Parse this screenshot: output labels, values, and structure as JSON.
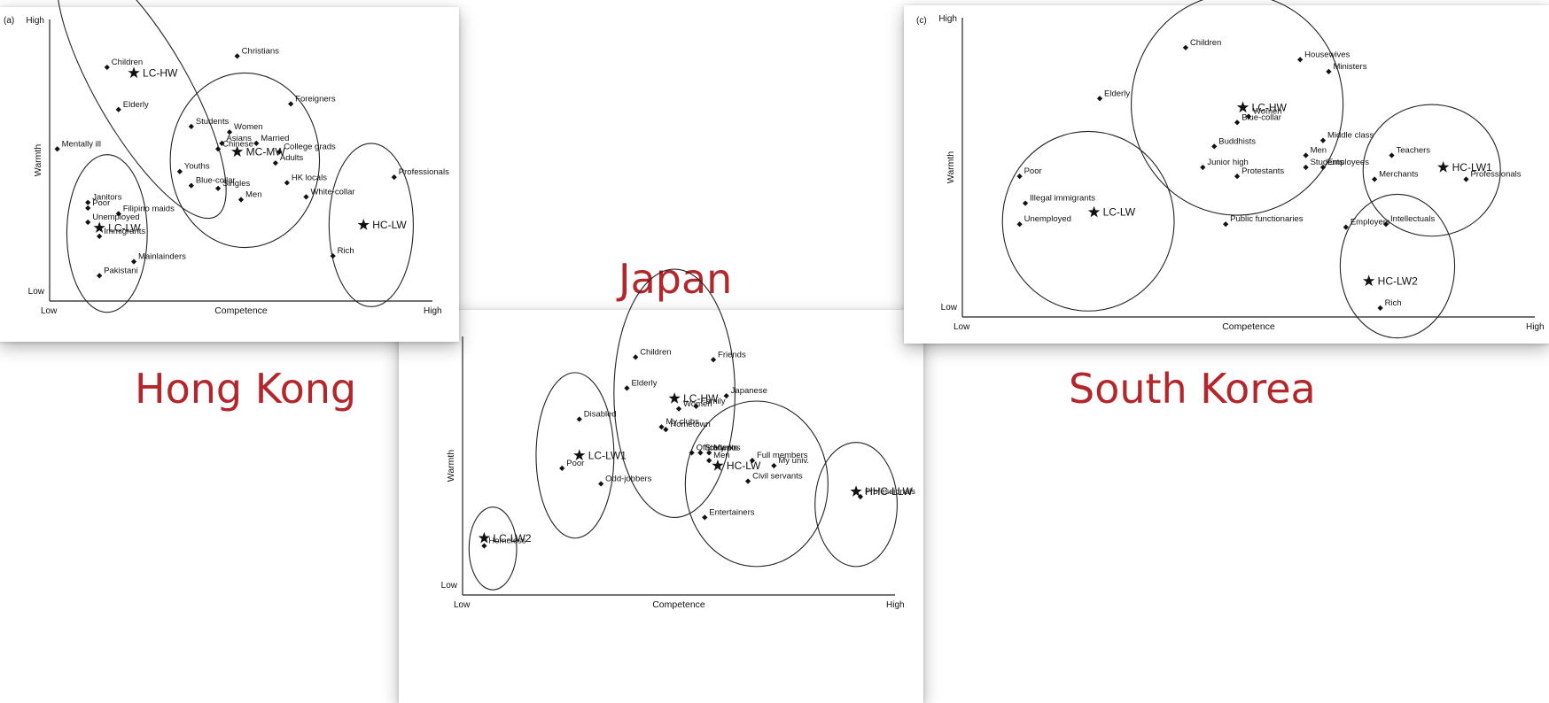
{
  "labels": {
    "hong_kong": "Hong Kong",
    "japan": "Japan",
    "south_korea": "South Korea"
  },
  "chart_data": [
    {
      "type": "scatter",
      "panel_tag": "(a)",
      "xlabel": "Competence",
      "ylabel": "Warmth",
      "x_ticks": [
        "Low",
        "High"
      ],
      "y_ticks": [
        "Low",
        "High"
      ],
      "xlim": [
        0,
        100
      ],
      "ylim": [
        0,
        100
      ],
      "grid": false,
      "points": [
        {
          "label": "Christians",
          "x": 49,
          "y": 87
        },
        {
          "label": "Children",
          "x": 15,
          "y": 83
        },
        {
          "label": "Elderly",
          "x": 18,
          "y": 68
        },
        {
          "label": "Mentally ill",
          "x": 2,
          "y": 54
        },
        {
          "label": "Foreigners",
          "x": 63,
          "y": 70
        },
        {
          "label": "Students",
          "x": 37,
          "y": 62
        },
        {
          "label": "Women",
          "x": 47,
          "y": 60
        },
        {
          "label": "Asians",
          "x": 45,
          "y": 56
        },
        {
          "label": "Married",
          "x": 54,
          "y": 56
        },
        {
          "label": "Chinese",
          "x": 44,
          "y": 54
        },
        {
          "label": "College grads",
          "x": 60,
          "y": 53
        },
        {
          "label": "Youths",
          "x": 34,
          "y": 46
        },
        {
          "label": "Adults",
          "x": 59,
          "y": 49
        },
        {
          "label": "HK locals",
          "x": 62,
          "y": 42
        },
        {
          "label": "Blue-collar",
          "x": 37,
          "y": 41
        },
        {
          "label": "Singles",
          "x": 44,
          "y": 40
        },
        {
          "label": "Men",
          "x": 50,
          "y": 36
        },
        {
          "label": "White-collar",
          "x": 67,
          "y": 37
        },
        {
          "label": "Professionals",
          "x": 90,
          "y": 44
        },
        {
          "label": "Rich",
          "x": 74,
          "y": 16
        },
        {
          "label": "Janitors",
          "x": 10,
          "y": 35
        },
        {
          "label": "Poor",
          "x": 10,
          "y": 33
        },
        {
          "label": "Filipino maids",
          "x": 18,
          "y": 31
        },
        {
          "label": "Unemployed",
          "x": 10,
          "y": 28
        },
        {
          "label": "Immigrants",
          "x": 13,
          "y": 23
        },
        {
          "label": "Mainlainders",
          "x": 22,
          "y": 14
        },
        {
          "label": "Pakistani",
          "x": 13,
          "y": 9
        }
      ],
      "centroids": [
        {
          "label": "LC-HW",
          "x": 22,
          "y": 81
        },
        {
          "label": "MC-MW",
          "x": 49,
          "y": 53
        },
        {
          "label": "HC-LW",
          "x": 82,
          "y": 27
        },
        {
          "label": "LC-LW",
          "x": 13,
          "y": 26
        }
      ],
      "clusters": [
        {
          "cx": 24,
          "cy": 76,
          "rx": 12,
          "ry": 53,
          "rot": -30
        },
        {
          "cx": 51,
          "cy": 50,
          "rx": 19.5,
          "ry": 31
        },
        {
          "cx": 84,
          "cy": 27,
          "rx": 11,
          "ry": 29
        },
        {
          "cx": 15,
          "cy": 24,
          "rx": 10.5,
          "ry": 28
        }
      ]
    },
    {
      "type": "scatter",
      "xlabel": "Competence",
      "ylabel": "Warmth",
      "x_ticks": [
        "Low",
        "High"
      ],
      "y_ticks": [
        "Low",
        "High"
      ],
      "xlim": [
        0,
        100
      ],
      "ylim": [
        0,
        100
      ],
      "grid": false,
      "points": [
        {
          "label": "Children",
          "x": 40,
          "y": 92
        },
        {
          "label": "Friends",
          "x": 58,
          "y": 91
        },
        {
          "label": "Elderly",
          "x": 38,
          "y": 80
        },
        {
          "label": "Japanese",
          "x": 61,
          "y": 77
        },
        {
          "label": "Family",
          "x": 54,
          "y": 73
        },
        {
          "label": "Women",
          "x": 50,
          "y": 72
        },
        {
          "label": "My clubs",
          "x": 46,
          "y": 65
        },
        {
          "label": "Hometown",
          "x": 47,
          "y": 64
        },
        {
          "label": "Students",
          "x": 55,
          "y": 55
        },
        {
          "label": "My co.",
          "x": 57,
          "y": 55
        },
        {
          "label": "Office wrkrs",
          "x": 53,
          "y": 55
        },
        {
          "label": "Full members",
          "x": 67,
          "y": 52
        },
        {
          "label": "Men",
          "x": 57,
          "y": 52
        },
        {
          "label": "My univ.",
          "x": 72,
          "y": 50
        },
        {
          "label": "Civil servants",
          "x": 66,
          "y": 44
        },
        {
          "label": "Entertainers",
          "x": 56,
          "y": 30
        },
        {
          "label": "Disabled",
          "x": 27,
          "y": 68
        },
        {
          "label": "Poor",
          "x": 23,
          "y": 49
        },
        {
          "label": "Odd-jobbers",
          "x": 32,
          "y": 43
        },
        {
          "label": "Professionals",
          "x": 92,
          "y": 38
        },
        {
          "label": "Homeless",
          "x": 5,
          "y": 19
        }
      ],
      "centroids": [
        {
          "label": "LC-HW",
          "x": 49,
          "y": 76
        },
        {
          "label": "HC-LW",
          "x": 59,
          "y": 50
        },
        {
          "label": "LC-LW1",
          "x": 27,
          "y": 54
        },
        {
          "label": "HHC-LLW",
          "x": 91,
          "y": 40
        },
        {
          "label": "LC-LW2",
          "x": 5,
          "y": 22
        }
      ],
      "clusters": [
        {
          "cx": 49,
          "cy": 78,
          "rx": 14,
          "ry": 48
        },
        {
          "cx": 68,
          "cy": 43,
          "rx": 16.5,
          "ry": 32
        },
        {
          "cx": 26,
          "cy": 54,
          "rx": 9,
          "ry": 32
        },
        {
          "cx": 91,
          "cy": 35,
          "rx": 9.5,
          "ry": 24
        },
        {
          "cx": 7,
          "cy": 18,
          "rx": 5.5,
          "ry": 16
        }
      ]
    },
    {
      "type": "scatter",
      "panel_tag": "(c)",
      "xlabel": "Competence",
      "ylabel": "Warmth",
      "x_ticks": [
        "Low",
        "High"
      ],
      "y_ticks": [
        "Low",
        "High"
      ],
      "xlim": [
        0,
        100
      ],
      "ylim": [
        0,
        100
      ],
      "grid": false,
      "points": [
        {
          "label": "Children",
          "x": 39,
          "y": 90
        },
        {
          "label": "Housewives",
          "x": 59,
          "y": 86
        },
        {
          "label": "Ministers",
          "x": 64,
          "y": 82
        },
        {
          "label": "Elderly",
          "x": 24,
          "y": 73
        },
        {
          "label": "Women",
          "x": 50,
          "y": 67
        },
        {
          "label": "Blue-collar",
          "x": 48,
          "y": 65
        },
        {
          "label": "Middle class",
          "x": 63,
          "y": 59
        },
        {
          "label": "Buddhists",
          "x": 44,
          "y": 57
        },
        {
          "label": "Men",
          "x": 60,
          "y": 54
        },
        {
          "label": "Junior high",
          "x": 42,
          "y": 50
        },
        {
          "label": "Students",
          "x": 60,
          "y": 50
        },
        {
          "label": "Employees",
          "x": 63,
          "y": 50
        },
        {
          "label": "Protestants",
          "x": 48,
          "y": 47
        },
        {
          "label": "Poor",
          "x": 10,
          "y": 47
        },
        {
          "label": "Illegal immigrants",
          "x": 11,
          "y": 38
        },
        {
          "label": "Unemployed",
          "x": 10,
          "y": 31
        },
        {
          "label": "Public functionaries",
          "x": 46,
          "y": 31
        },
        {
          "label": "Teachers",
          "x": 75,
          "y": 54
        },
        {
          "label": "Merchants",
          "x": 72,
          "y": 46
        },
        {
          "label": "Professionals",
          "x": 88,
          "y": 46
        },
        {
          "label": "Employers",
          "x": 67,
          "y": 30
        },
        {
          "label": "Intellectuals",
          "x": 74,
          "y": 31
        },
        {
          "label": "Rich",
          "x": 73,
          "y": 3
        }
      ],
      "centroids": [
        {
          "label": "LC-HW",
          "x": 49,
          "y": 70
        },
        {
          "label": "LC-LW",
          "x": 23,
          "y": 35
        },
        {
          "label": "HC-LW1",
          "x": 84,
          "y": 50
        },
        {
          "label": "HC-LW2",
          "x": 71,
          "y": 12
        }
      ],
      "clusters": [
        {
          "cx": 48,
          "cy": 71,
          "rx": 18.5,
          "ry": 37
        },
        {
          "cx": 22,
          "cy": 32,
          "rx": 15,
          "ry": 30
        },
        {
          "cx": 82,
          "cy": 49,
          "rx": 12,
          "ry": 22
        },
        {
          "cx": 76,
          "cy": 17,
          "rx": 10,
          "ry": 24
        }
      ]
    }
  ]
}
